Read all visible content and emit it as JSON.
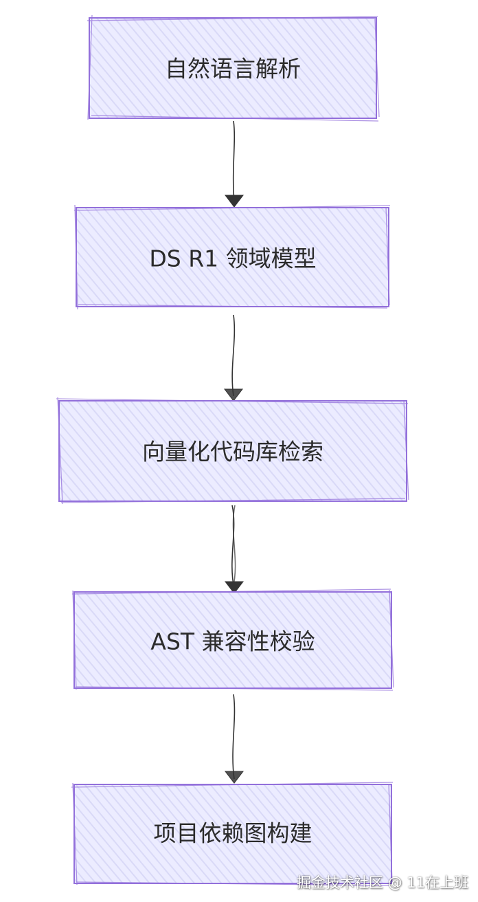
{
  "diagram": {
    "nodes": [
      {
        "id": "n1",
        "label": "自然语言解析"
      },
      {
        "id": "n2",
        "label": "DS R1 领域模型"
      },
      {
        "id": "n3",
        "label": "向量化代码库检索"
      },
      {
        "id": "n4",
        "label": "AST 兼容性校验"
      },
      {
        "id": "n5",
        "label": "项目依赖图构建"
      }
    ],
    "edges": [
      {
        "from": "n1",
        "to": "n2"
      },
      {
        "from": "n2",
        "to": "n3"
      },
      {
        "from": "n3",
        "to": "n4"
      },
      {
        "from": "n4",
        "to": "n5"
      }
    ],
    "colors": {
      "node_fill": "#ECECFF",
      "node_stroke": "#9370DB",
      "edge": "#333333",
      "text": "#2B2B2B"
    }
  },
  "watermark": {
    "text": "掘金技术社区 @ 11在上班"
  }
}
